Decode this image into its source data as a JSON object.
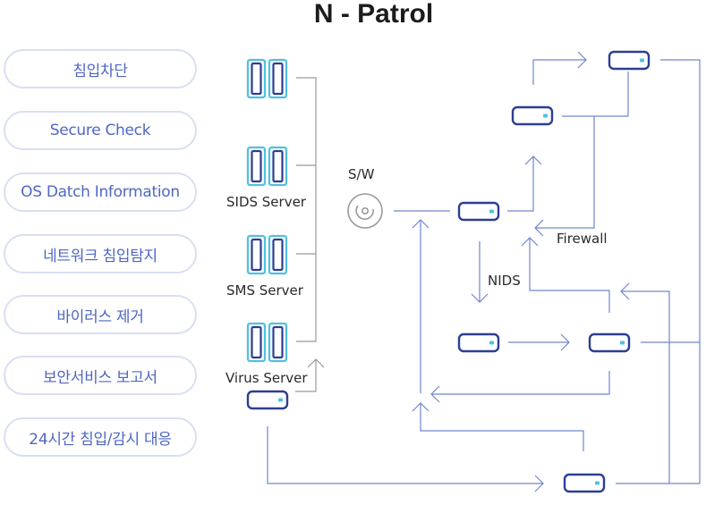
{
  "title": "N - Patrol",
  "services": [
    "침입차단",
    "Secure Check",
    "OS Datch Information",
    "네트워크 침입탐지",
    "바이러스 제거",
    "보안서비스 보고서",
    "24시간 침입/감시 대응"
  ],
  "labels": {
    "sids_server": "SIDS Server",
    "sms_server": "SMS Server",
    "virus_server": "Virus Server",
    "switch": "S/W",
    "firewall": "Firewall",
    "nids": "NIDS"
  },
  "colors": {
    "accent": "#2c3e94",
    "server_cyan": "#52c0df",
    "line": "#6f86cf",
    "connector": "#9a9a9a",
    "pill_border": "#d9dff2",
    "pill_text": "#4f67c2"
  }
}
